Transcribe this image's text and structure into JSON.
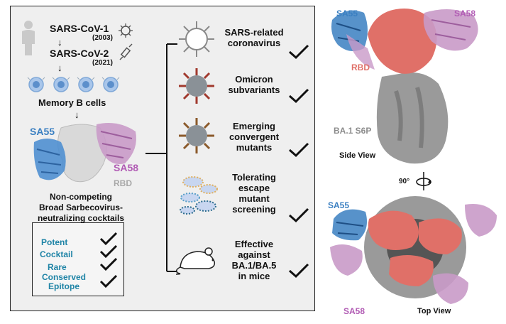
{
  "left_panel": {
    "virus1": {
      "name": "SARS-CoV-1",
      "year": "(2003)"
    },
    "virus2": {
      "name": "SARS-CoV-2",
      "year": "(2021)"
    },
    "memory_b_cells": "Memory B cells",
    "antibody_labels": {
      "sa55": "SA55",
      "sa58": "SA58",
      "rbd": "RBD"
    },
    "cocktail_caption": [
      "Non-competing",
      "Broad Sarbecovirus-",
      "neutralizing cocktails"
    ],
    "properties": [
      "Potent",
      "Cocktail",
      "Rare",
      [
        "Conserved",
        "Epitope"
      ]
    ]
  },
  "outcomes": [
    {
      "lines": [
        "SARS-related",
        "coronavirus"
      ],
      "icon": "coronavirus-icon",
      "checked": true
    },
    {
      "lines": [
        "Omicron",
        "subvariants"
      ],
      "icon": "omicron-virus-icon",
      "checked": true
    },
    {
      "lines": [
        "Emerging",
        "convergent",
        "mutants"
      ],
      "icon": "mutant-virus-icon",
      "checked": true
    },
    {
      "lines": [
        "Tolerating",
        "escape",
        "mutant",
        "screening"
      ],
      "icon": "yeast-display-icon",
      "checked": true
    },
    {
      "lines": [
        "Effective",
        "against",
        "BA.1/BA.5",
        "in mice"
      ],
      "icon": "mouse-icon",
      "checked": true
    }
  ],
  "structure": {
    "side_view": {
      "sa55": "SA55",
      "sa58": "SA58",
      "rbd": "RBD",
      "spike": "BA.1 S6P",
      "caption": "Side View"
    },
    "rotation": "90°",
    "top_view": {
      "sa55": "SA55",
      "sa58": "SA58",
      "caption": "Top View"
    }
  },
  "colors": {
    "sa55": "#3a7fc1",
    "sa58": "#b15bb4",
    "rbd": "#e07068",
    "spike_gray": "#9a9a9a",
    "teal_text": "#1f84a6",
    "virus_gray": "#8a8a8a",
    "virus_red": "#a13a2e",
    "virus_brown": "#8b5a2b",
    "bcell_blue": "#7fa8d8"
  }
}
